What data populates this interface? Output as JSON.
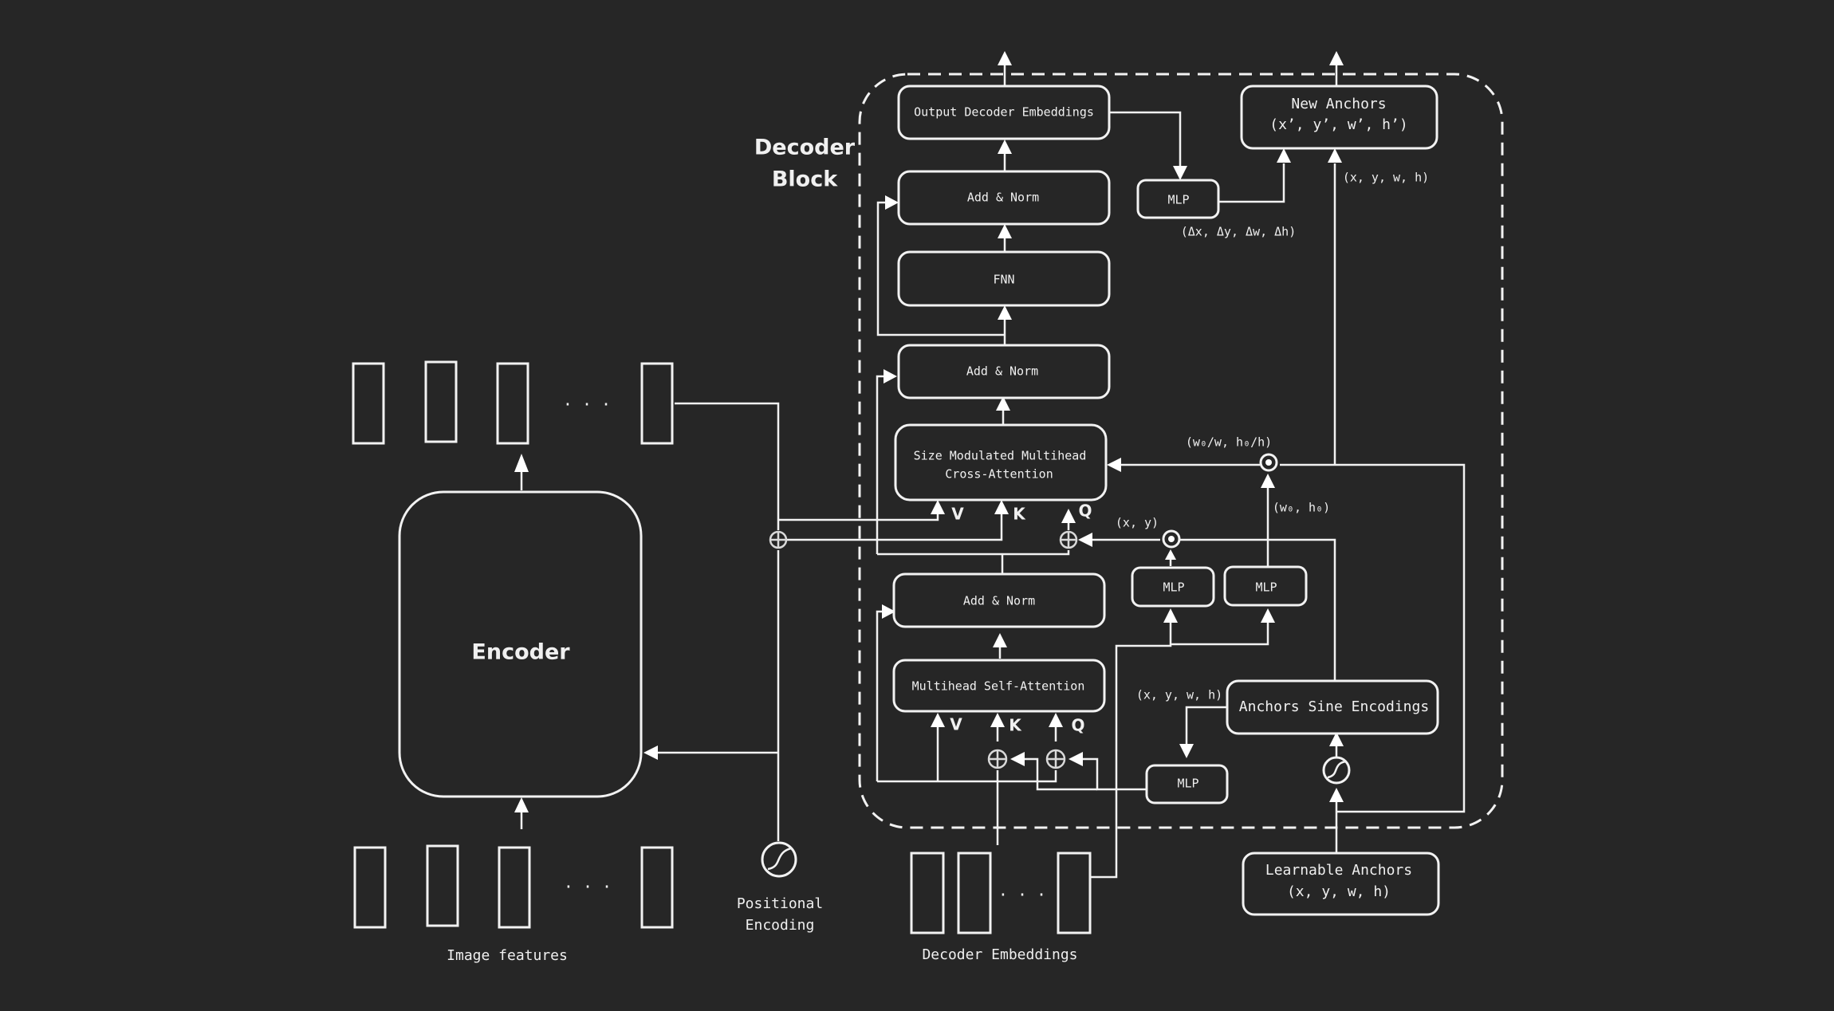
{
  "title": {
    "line1": "Decoder",
    "line2": "Block"
  },
  "encoder": {
    "label": "Encoder",
    "input_label": "Image features",
    "ellipsis": ". . ."
  },
  "positional_encoding": {
    "line1": "Positional",
    "line2": "Encoding"
  },
  "decoder_embeddings": {
    "label": "Decoder Embeddings",
    "ellipsis": ". . ."
  },
  "blocks": {
    "output_decoder_embeddings": "Output Decoder Embeddings",
    "add_norm_top": "Add & Norm",
    "fnn": "FNN",
    "add_norm_mid": "Add & Norm",
    "cross_attention_line1": "Size Modulated Multihead",
    "cross_attention_line2": "Cross-Attention",
    "add_norm_bottom": "Add & Norm",
    "self_attention": "Multihead Self-Attention",
    "mlp_delta": "MLP",
    "mlp_xy": "MLP",
    "mlp_wh": "MLP",
    "mlp_pos": "MLP",
    "anchors_sine": "Anchors Sine Encodings",
    "new_anchors_line1": "New Anchors",
    "new_anchors_line2": "(x’, y’, w’, h’)",
    "learnable_anchors_line1": "Learnable Anchors",
    "learnable_anchors_line2": "(x, y, w, h)"
  },
  "labels": {
    "delta": "(Δx, Δy, Δw, Δh)",
    "xywh_top": "(x, y, w, h)",
    "xywh_sine": "(x, y, w, h)",
    "wh_ratio": "(w₀/w, h₀/h)",
    "wh_ref": "(w₀, h₀)",
    "xy": "(x, y)",
    "cross_v": "V",
    "cross_k": "K",
    "cross_q": "Q",
    "self_v": "V",
    "self_k": "K",
    "self_q": "Q"
  }
}
